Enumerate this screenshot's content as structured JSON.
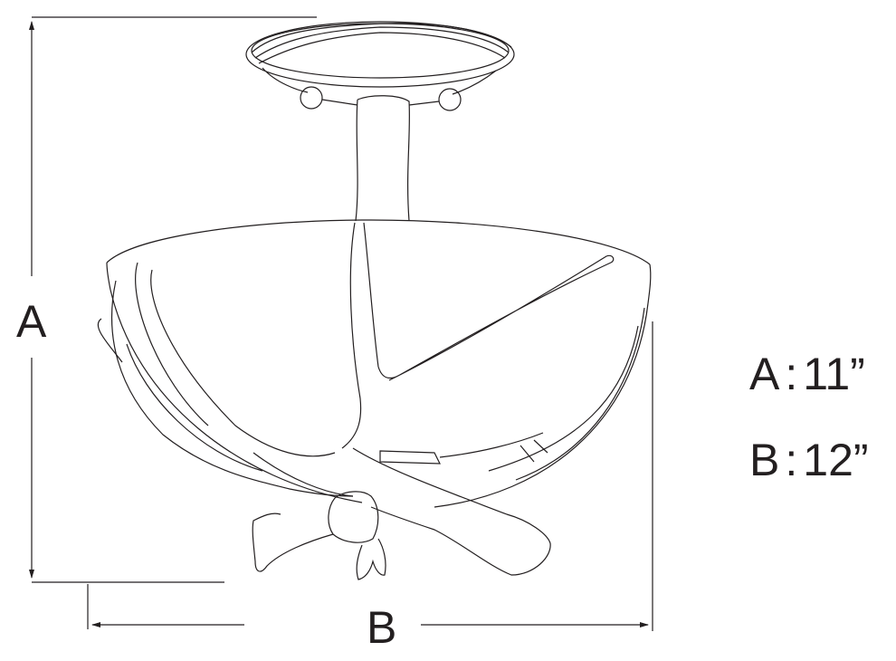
{
  "dimensions": {
    "height_label": "A",
    "width_label": "B"
  },
  "specs": [
    {
      "letter": "A",
      "separator": ":",
      "value": "11”"
    },
    {
      "letter": "B",
      "separator": ":",
      "value": "12”"
    }
  ],
  "colors": {
    "line": "#231f20",
    "background": "#ffffff"
  }
}
